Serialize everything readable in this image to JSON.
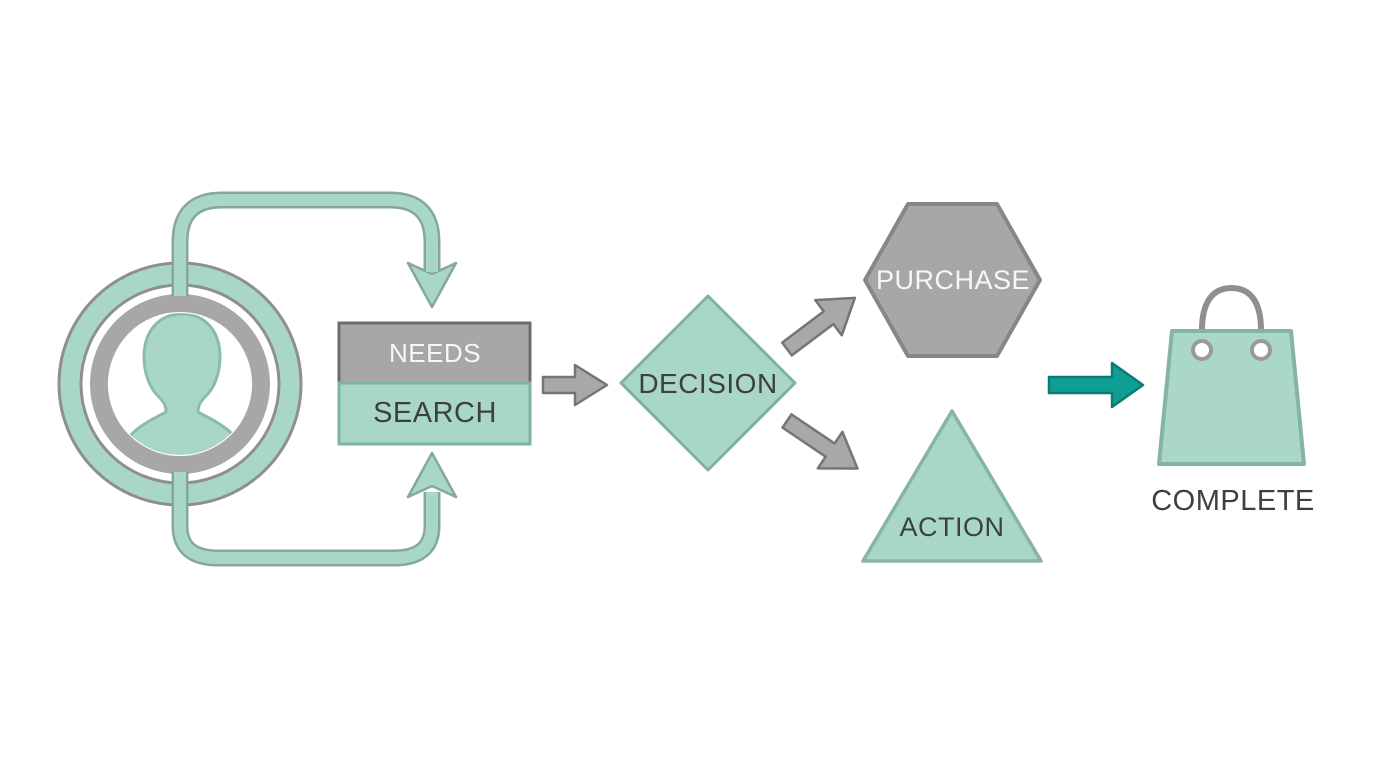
{
  "diagram": {
    "description": "Customer purchase journey flow diagram",
    "nodes": {
      "user": {
        "icon": "user-avatar-icon"
      },
      "needs": {
        "label": "NEEDS",
        "shape": "rectangle",
        "fill": "#a7a7a7"
      },
      "search": {
        "label": "SEARCH",
        "shape": "rectangle",
        "fill": "#a9d7c7"
      },
      "decision": {
        "label": "DECISION",
        "shape": "diamond",
        "fill": "#a9d7c7"
      },
      "purchase": {
        "label": "PURCHASE",
        "shape": "hexagon",
        "fill": "#a7a7a7"
      },
      "action": {
        "label": "ACTION",
        "shape": "triangle",
        "fill": "#a9d7c7"
      },
      "complete": {
        "label": "COMPLETE",
        "icon": "shopping-bag-icon"
      }
    },
    "connectors": [
      {
        "name": "loop-arrow-top",
        "from": "user",
        "to": "needs",
        "color": "#a9d7c7"
      },
      {
        "name": "loop-arrow-bottom",
        "from": "user",
        "to": "search",
        "color": "#a9d7c7"
      },
      {
        "name": "arrow-right",
        "from": "search",
        "to": "decision",
        "color": "#a7a7a7"
      },
      {
        "name": "arrow-up-right",
        "from": "decision",
        "to": "purchase",
        "color": "#a7a7a7"
      },
      {
        "name": "arrow-down-right",
        "from": "decision",
        "to": "action",
        "color": "#a7a7a7"
      },
      {
        "name": "arrow-complete",
        "from": "purchase-action",
        "to": "complete",
        "color": "#0f9e94"
      }
    ],
    "colors": {
      "mint": "#a9d7c7",
      "mint_border": "#7eb2a2",
      "gray": "#a7a7a7",
      "gray_border": "#767676",
      "teal": "#0f9e94",
      "teal_border": "#0b7b73",
      "handle_gray": "#8f8f8f",
      "text_dark": "#3d4043",
      "text_light": "#f7f7f7",
      "background": "#ffffff"
    }
  }
}
